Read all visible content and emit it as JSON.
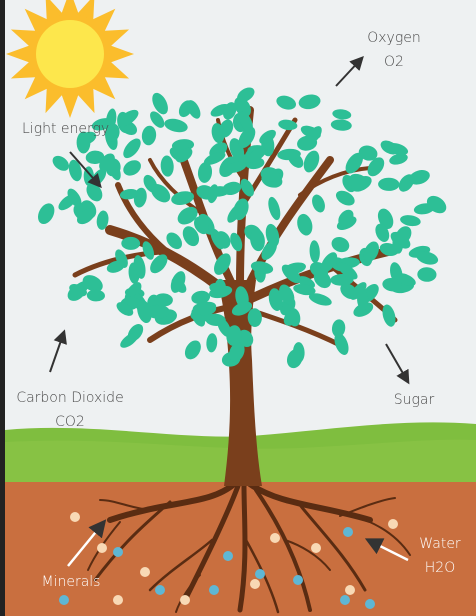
{
  "labels": {
    "light": {
      "line1": "Light energy"
    },
    "oxygen": {
      "line1": "Oxygen",
      "line2": "O2"
    },
    "carbon": {
      "line1": "Carbon Dioxide",
      "line2": "CO2"
    },
    "sugar": {
      "line1": "Sugar"
    },
    "minerals": {
      "line1": "Minerals"
    },
    "water": {
      "line1": "Water",
      "line2": "H2O"
    }
  },
  "colors": {
    "sky": "#eef1f2",
    "sun_outer": "#fbbd2c",
    "sun_inner": "#fde74c",
    "grass": "#7fbe3f",
    "grass_light": "#97cc52",
    "soil": "#c96f3f",
    "trunk": "#7a3f1c",
    "roots": "#5a2c12",
    "leaf": "#2dbf96",
    "mineral_dot": "#f8d9b5",
    "water_dot": "#5fb7d4",
    "arrow": "#333333",
    "frame_border": "#222222"
  },
  "icons": [
    "sun-icon",
    "tree-icon",
    "roots-icon"
  ]
}
